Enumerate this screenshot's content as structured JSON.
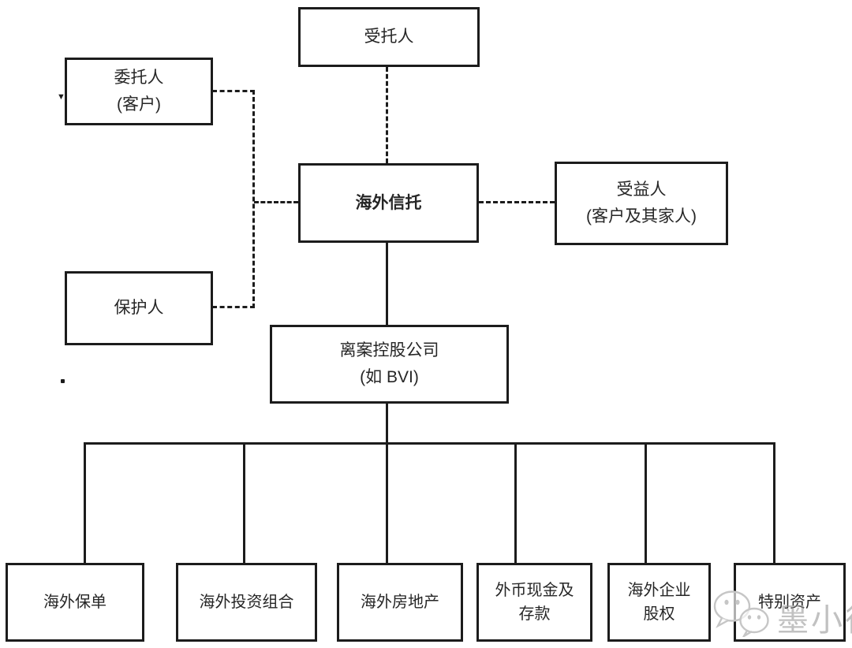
{
  "diagram": {
    "nodes": {
      "trustee": {
        "label": "受托人"
      },
      "settlor": {
        "line1": "委托人",
        "line2": "(客户)"
      },
      "overseas_trust": {
        "label": "海外信托"
      },
      "beneficiary": {
        "line1": "受益人",
        "line2": "(客户及其家人)"
      },
      "protector": {
        "label": "保护人"
      },
      "offshore_holdco": {
        "line1": "离案控股公司",
        "line2": "(如 BVI)"
      },
      "assets": [
        {
          "line1": "海外保单"
        },
        {
          "line1": "海外投资组合"
        },
        {
          "line1": "海外房地产"
        },
        {
          "line1": "外币现金及",
          "line2": "存款"
        },
        {
          "line1": "海外企业",
          "line2": "股权"
        },
        {
          "line1": "特别资产"
        }
      ]
    },
    "marks": {
      "stray_arrow": "▼"
    },
    "watermark": {
      "text": "墨小律"
    },
    "colors": {
      "line": "#1c1c1c",
      "watermark_gray": "#8f8f8f",
      "background": "#ffffff"
    }
  }
}
